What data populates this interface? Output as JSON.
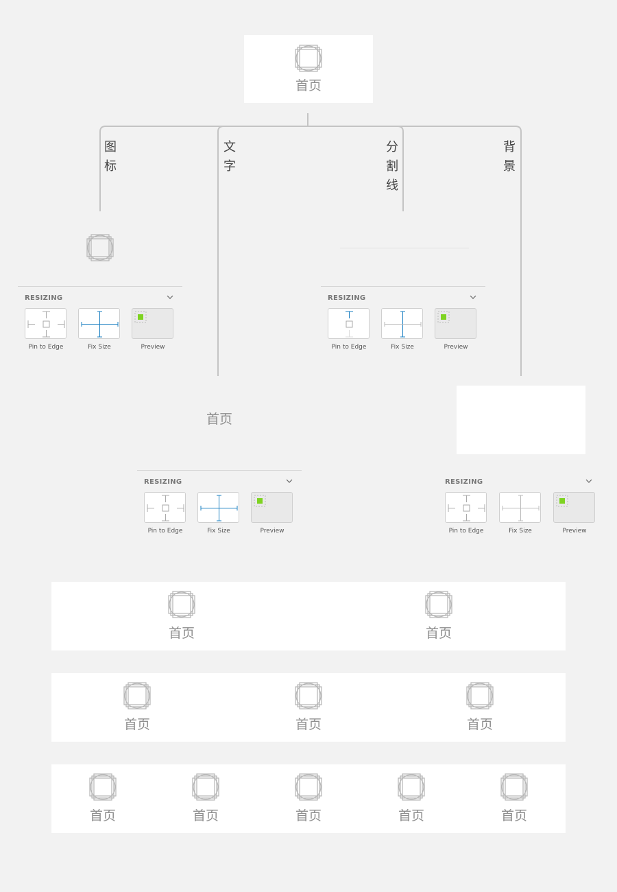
{
  "root": {
    "label": "首页",
    "icon": "tab-icon"
  },
  "branches": {
    "icon": "图标",
    "text": "文字",
    "divider": "分割线",
    "background": "背景"
  },
  "text_sample": "首页",
  "resizing": {
    "title": "RESIZING",
    "pin_label": "Pin to Edge",
    "fix_label": "Fix Size",
    "preview_label": "Preview"
  },
  "colors": {
    "accent": "#1a7fc1",
    "preview_green": "#7ed321",
    "line": "#c4c4c4",
    "icon_stroke": "#b0b0b0"
  },
  "tabbars": {
    "two": [
      "首页",
      "首页"
    ],
    "three": [
      "首页",
      "首页",
      "首页"
    ],
    "five": [
      "首页",
      "首页",
      "首页",
      "首页",
      "首页"
    ]
  }
}
